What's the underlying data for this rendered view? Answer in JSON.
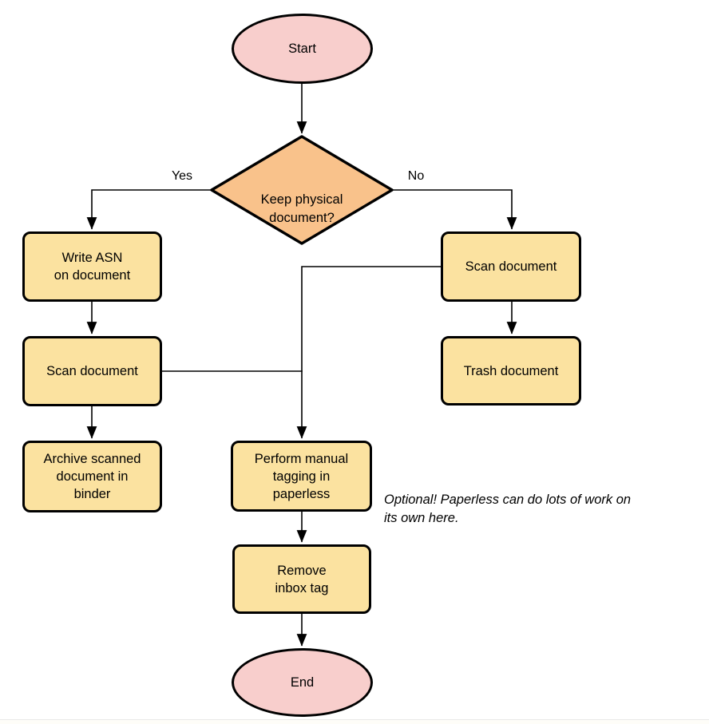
{
  "flowchart": {
    "nodes": {
      "start": "Start",
      "decision": "Keep physical\ndocument?",
      "write_asn": "Write ASN\non document",
      "scan_left": "Scan document",
      "archive": "Archive scanned\ndocument in\nbinder",
      "scan_right": "Scan document",
      "trash": "Trash document",
      "tagging": "Perform manual\ntagging in\npaperless",
      "remove_inbox": "Remove\ninbox tag",
      "end": "End"
    },
    "edge_labels": {
      "yes": "Yes",
      "no": "No"
    },
    "note": "Optional! Paperless can do lots of work on\nits own here.",
    "colors": {
      "terminator_fill": "#F8CECC",
      "decision_fill": "#F9C28B",
      "process_fill": "#FBE2A0",
      "stroke": "#000000"
    }
  }
}
